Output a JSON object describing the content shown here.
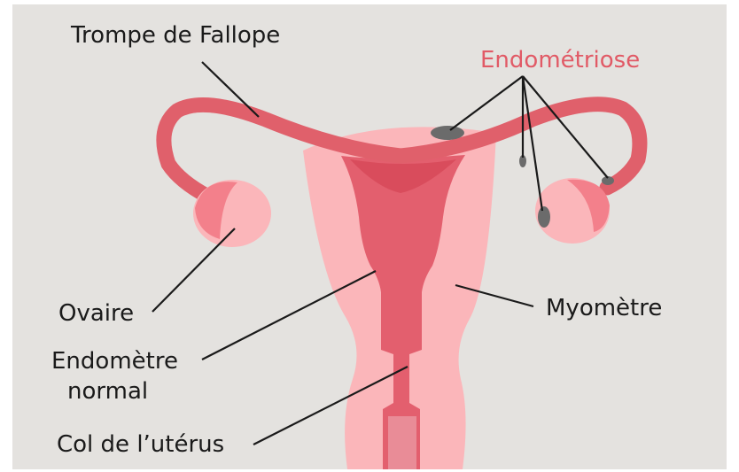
{
  "colors": {
    "background": "#e4e2df",
    "tube": "#e0606b",
    "myometrium": "#fbb6ba",
    "endometrium": "#e35f6e",
    "endometrium_dark": "#d94c5c",
    "ovary_outer": "#fbb6ba",
    "ovary_inner": "#f3808b",
    "lesion": "#6b6b6b",
    "accent_text": "#e15a66"
  },
  "labels": {
    "fallopian_tube": "Trompe de Fallope",
    "endometriosis": "Endométriose",
    "ovary": "Ovaire",
    "myometrium": "Myomètre",
    "normal_endometrium_line1": "Endomètre",
    "normal_endometrium_line2": "normal",
    "cervix": "Col de l’utérus"
  }
}
